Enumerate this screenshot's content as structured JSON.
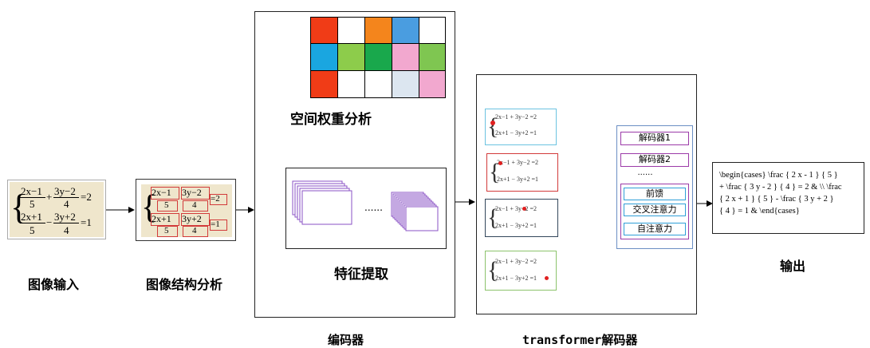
{
  "labels": {
    "image_input": "图像输入",
    "structure_analysis": "图像结构分析",
    "encoder": "编码器",
    "spatial_weight": "空间权重分析",
    "feature_extraction": "特征提取",
    "feature_dots": "......",
    "decoder_title_latin": "transformer",
    "decoder_title_cn": "解码器",
    "output": "输出"
  },
  "equations": {
    "line1_a": "2x−1",
    "line1_b": "5",
    "line1_c": "3y−2",
    "line1_d": "4",
    "line1_rhs": "=2",
    "line2_a": "2x+1",
    "line2_b": "5",
    "line2_c": "3y+2",
    "line2_d": "4",
    "line2_rhs": "=1",
    "plus": "+",
    "minus": "−"
  },
  "decoder_stack": {
    "items": [
      "解码器1",
      "解码器2",
      "......",
      "前馈",
      "交叉注意力",
      "自注意力"
    ]
  },
  "output_text": "\\begin{cases} \\frac { 2 x - 1 } { 5 }\n+ \\frac { 3 y - 2 } { 4 } = 2 & \\\\ \\frac\n{ 2 x + 1 } { 5 } - \\frac { 3 y + 2 }\n{ 4 } = 1 & \\end{cases}",
  "heatmap_colors": [
    [
      "#f03c17",
      "#ffffff",
      "#f4851c",
      "#4a9de0",
      "#ffffff"
    ],
    [
      "#1aa6e0",
      "#8dcc4b",
      "#19a84c",
      "#f2a8cf",
      "#7fc651"
    ],
    [
      "#f03c17",
      "#ffffff",
      "#ffffff",
      "#dce6f0",
      "#f2a8cf"
    ]
  ],
  "colors": {
    "feature_map": "#8a52c4",
    "decoder_border": "#6b8fc4",
    "decoder_item": "#9b3aa8",
    "ff_item": "#2f9fd8",
    "paper": "#efe6cc",
    "box_red": "#d23a3a",
    "frame_cyan": "#6cc3e0",
    "frame_red": "#d23a3a",
    "frame_dark": "#33475b",
    "frame_green": "#8cc36c",
    "marker_red": "#e02020"
  }
}
